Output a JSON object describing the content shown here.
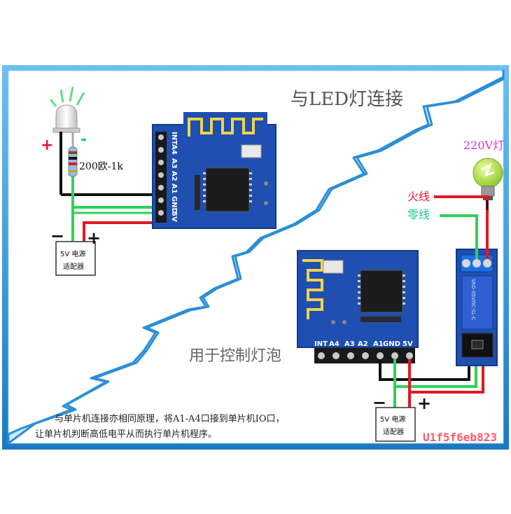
{
  "title_top": "与LED灯连接",
  "title_bottom": "用于控制灯泡",
  "led": {
    "plus": "+",
    "minus": "-"
  },
  "resistor_label": "200欧-1k",
  "module_top": {
    "pins": [
      "INT",
      "A4",
      "A3",
      "A2",
      "A1",
      "GND",
      "5V"
    ]
  },
  "module_bottom": {
    "pins": [
      "INT",
      "A4",
      "A3",
      "A2",
      "A1",
      "GND",
      "5V"
    ]
  },
  "psu_top": {
    "line1": "5V 电源",
    "line2": "适配器",
    "minus": "−",
    "plus": "+"
  },
  "psu_bottom": {
    "line1": "5V 电源",
    "line2": "适配器",
    "minus": "−",
    "plus": "+"
  },
  "lamp_label": "220V灯",
  "live_wire": "火线",
  "neutral_wire": "零线",
  "note_line1": "与单片机连接亦相同原理，将A1-A4口接到单片机IO口，",
  "note_line2": "让单片机判断高低电平从而执行单片机程序。",
  "relay": {
    "text": "SRD-05VDC-SL-C"
  },
  "watermark": "U1f5f6eb823",
  "colors": {
    "frame_blue": "#2a8fd6",
    "wire_red": "#e01a22",
    "wire_green": "#2ed15a",
    "wire_black": "#111111",
    "board_blue": "#1f4fb0"
  }
}
